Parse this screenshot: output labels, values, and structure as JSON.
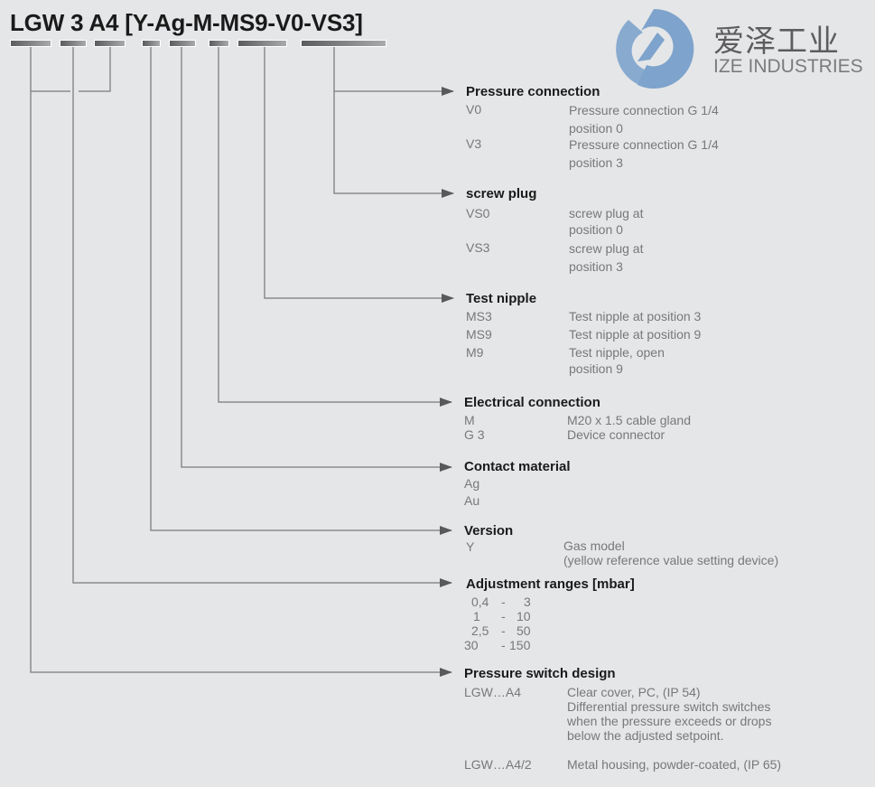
{
  "title": "LGW 3 A4 [Y-Ag-M-MS9-V0-VS3]",
  "logo": {
    "icon": "ize-logo-icon",
    "name_cn": "爱泽工业",
    "name_en": "IZE INDUSTRIES",
    "color": "#7ea3cc"
  },
  "sections": {
    "pressure_connection": {
      "heading": "Pressure connection",
      "items": [
        {
          "code": "V0",
          "desc": "Pressure connection G 1/4\nposition 0"
        },
        {
          "code": "V3",
          "desc": "Pressure connection G 1/4\nposition 3"
        }
      ]
    },
    "screw_plug": {
      "heading": "screw plug",
      "items": [
        {
          "code": "VS0",
          "desc": "screw plug at\nposition 0"
        },
        {
          "code": "VS3",
          "desc": "screw plug at\nposition 3"
        }
      ]
    },
    "test_nipple": {
      "heading": "Test nipple",
      "items": [
        {
          "code": "MS3",
          "desc": "Test nipple at position 3"
        },
        {
          "code": "MS9",
          "desc": "Test nipple at position 9"
        },
        {
          "code": "M9",
          "desc": "Test nipple, open\nposition 9"
        }
      ]
    },
    "electrical_connection": {
      "heading": "Electrical connection",
      "items": [
        {
          "code": "M",
          "desc": "M20 x 1.5 cable gland"
        },
        {
          "code": "G 3",
          "desc": "Device connector"
        }
      ]
    },
    "contact_material": {
      "heading": "Contact material",
      "items": [
        {
          "code": "Ag"
        },
        {
          "code": "Au"
        }
      ]
    },
    "version": {
      "heading": "Version",
      "items": [
        {
          "code": "Y",
          "desc": "Gas model\n(yellow reference value setting device)"
        }
      ]
    },
    "adjustment_ranges": {
      "heading": "Adjustment ranges [mbar]",
      "items": [
        {
          "from": "0,4",
          "sep": "-",
          "to": "3"
        },
        {
          "from": "1",
          "sep": "-",
          "to": "10"
        },
        {
          "from": "2,5",
          "sep": "-",
          "to": "50"
        },
        {
          "from": "30",
          "sep": "-",
          "to": "150"
        }
      ]
    },
    "pressure_switch_design": {
      "heading": "Pressure switch design",
      "items": [
        {
          "code": "LGW…A4",
          "desc": "Clear cover, PC, (IP 54)\nDifferential pressure switch switches\nwhen the pressure exceeds or drops\nbelow the adjusted setpoint."
        },
        {
          "code": "LGW…A4/2",
          "desc": "Metal housing, powder-coated, (IP 65)"
        }
      ]
    }
  }
}
